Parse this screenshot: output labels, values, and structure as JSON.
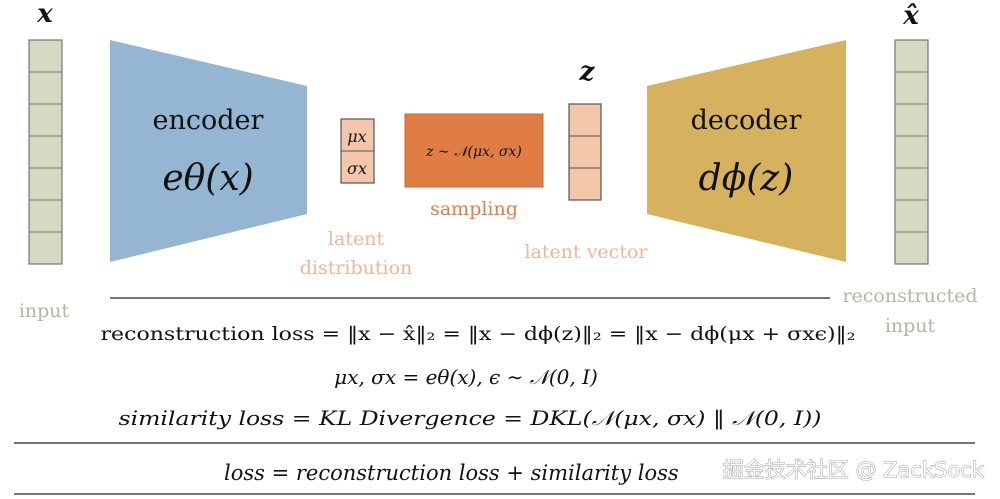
{
  "labels": {
    "x": "x",
    "x_hat": "x̂",
    "z": "z",
    "encoder": "encoder",
    "encoder_fn": "eθ(x)",
    "decoder": "decoder",
    "decoder_fn": "dϕ(z)",
    "mu": "μx",
    "sigma": "σx",
    "sampling_formula": "z ∼ 𝒩(μx, σx)",
    "sampling": "sampling",
    "latent_distribution_1": "latent",
    "latent_distribution_2": "distribution",
    "latent_vector": "latent vector",
    "input": "input",
    "reconstructed_1": "reconstructed",
    "reconstructed_2": "input"
  },
  "equations": {
    "reconstruction": "reconstruction loss  = ‖x − x̂‖₂ = ‖x − dϕ(z)‖₂ = ‖x − dϕ(μx + σxϵ)‖₂",
    "reparam": "μx, σx = eθ(x),    ϵ ∼ 𝒩(0, I)",
    "similarity": "similarity loss = KL Divergence = DKL(𝒩(μx, σx) ‖ 𝒩(0, I))",
    "total": "loss = reconstruction loss + similarity loss"
  },
  "watermark": "掘金技术社区 @ ZackSock",
  "colors": {
    "encoder": "#94b6d2",
    "decoder": "#d6b25e",
    "sampling": "#e07d45",
    "latent_cell": "#f4c6aa",
    "io_cell": "#d4d9c2",
    "latent_text": "#e9b79b",
    "sampling_text": "#e07d45",
    "io_text": "#b3b89b"
  }
}
